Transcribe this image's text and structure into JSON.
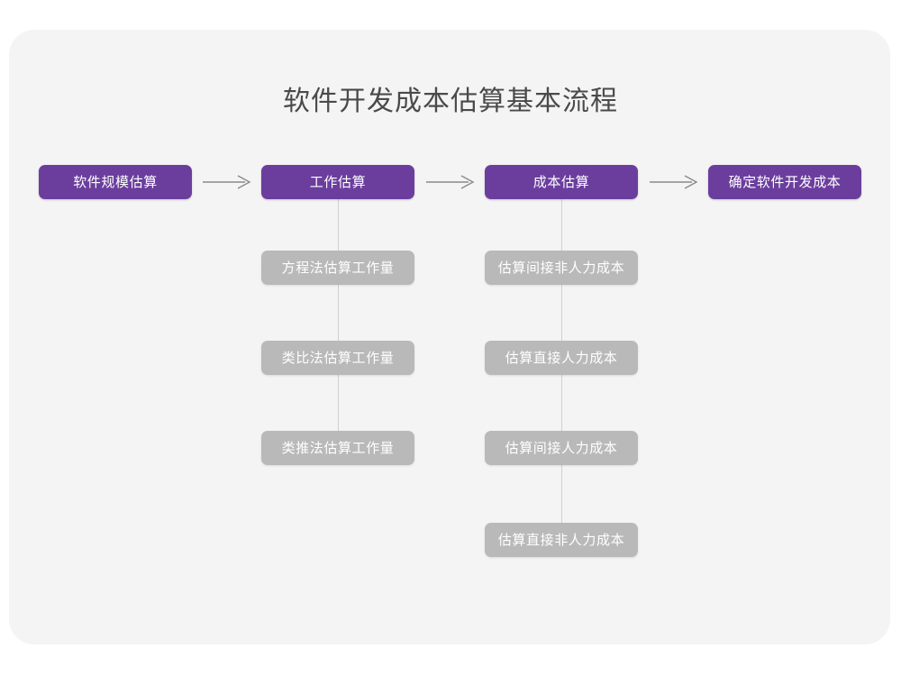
{
  "diagram": {
    "title": "软件开发成本估算基本流程",
    "colors": {
      "background": "#ffffff",
      "card": "#f4f4f4",
      "primary": "#6b3e9e",
      "secondary": "#b9b9b9",
      "title_text": "#4a4a4a",
      "connector": "#d0d0d0",
      "arrow": "#8a8a8a"
    },
    "stages": [
      {
        "label": "软件规模估算"
      },
      {
        "label": "工作估算"
      },
      {
        "label": "成本估算"
      },
      {
        "label": "确定软件开发成本"
      }
    ],
    "arrows": [
      {
        "name": "arrow-stage-1-to-2",
        "glyph": "arrow-right-icon"
      },
      {
        "name": "arrow-stage-2-to-3",
        "glyph": "arrow-right-icon"
      },
      {
        "name": "arrow-stage-3-to-4",
        "glyph": "arrow-right-icon"
      }
    ],
    "branches": [
      {
        "parent": "工作估算",
        "items": [
          {
            "label": "方程法估算工作量"
          },
          {
            "label": "类比法估算工作量"
          },
          {
            "label": "类推法估算工作量"
          }
        ]
      },
      {
        "parent": "成本估算",
        "items": [
          {
            "label": "估算间接非人力成本"
          },
          {
            "label": "估算直接人力成本"
          },
          {
            "label": "估算间接人力成本"
          },
          {
            "label": "估算直接非人力成本"
          }
        ]
      }
    ]
  }
}
